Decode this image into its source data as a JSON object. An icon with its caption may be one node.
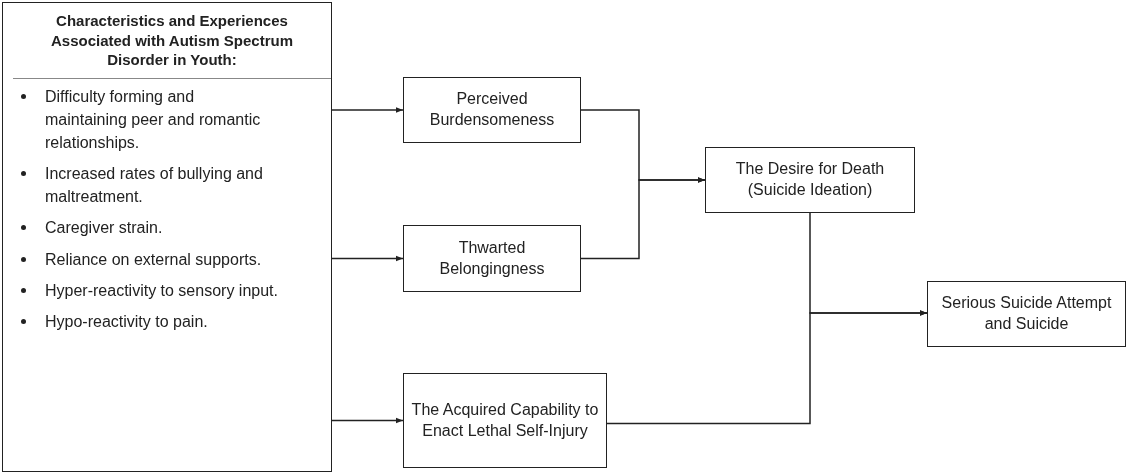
{
  "diagram": {
    "nodes": [
      {
        "text": [
          "Characteristics and Experiences Associated with Autism Spectrum Disorder in Youth:",
          "Difficulty forming and maintaining peer and romantic relationships.",
          "Increased rates of bullying and maltreatment.",
          "Caregiver strain.",
          "Reliance on external supports.",
          "Hyper-reactivity to sensory input.",
          "Hypo-reactivity to pain."
        ]
      },
      {
        "text": [
          "Perceived Burdensomeness"
        ]
      },
      {
        "text": [
          "Thwarted Belongingness"
        ]
      },
      {
        "text": [
          "The Acquired Capability to Enact Lethal Self-Injury"
        ]
      },
      {
        "text": [
          "The Desire for Death (Suicide Ideation)"
        ]
      },
      {
        "text": [
          "Serious Suicide Attempt and Suicide"
        ]
      }
    ],
    "edges": [
      {
        "from": 0,
        "to": 1,
        "arrow": "to"
      },
      {
        "from": 0,
        "to": 2,
        "arrow": "to"
      },
      {
        "from": 0,
        "to": 3,
        "arrow": "to"
      },
      {
        "from": 1,
        "to": 4,
        "arrow": "to"
      },
      {
        "from": 2,
        "to": 4,
        "arrow": "to"
      },
      {
        "from": 4,
        "to": 5,
        "arrow": "to"
      },
      {
        "from": 3,
        "to": 5,
        "arrow": "to"
      }
    ]
  }
}
